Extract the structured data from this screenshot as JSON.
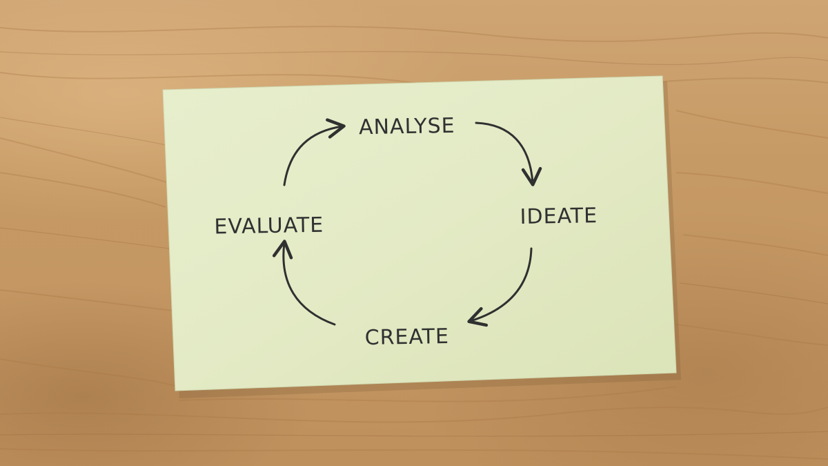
{
  "scene": {
    "description_colors": {
      "wood": "#c69a64",
      "card": "#e6edc9",
      "ink": "#2f3030"
    }
  },
  "cycle": {
    "stages": [
      "ANALYSE",
      "IDEATE",
      "CREATE",
      "EVALUATE"
    ]
  }
}
